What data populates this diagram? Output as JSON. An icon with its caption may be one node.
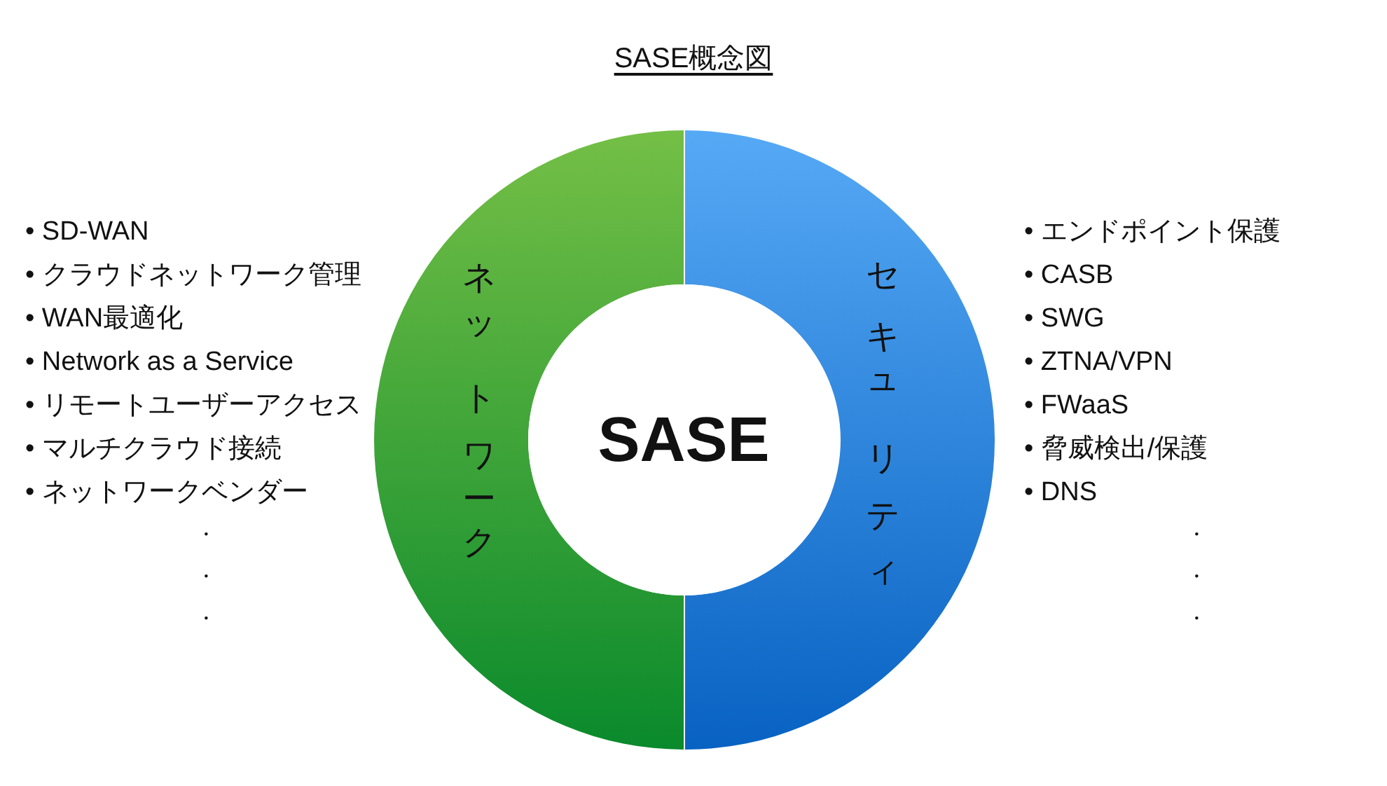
{
  "diagram": {
    "title": "SASE概念図",
    "nodes": [
      {
        "text": [
          "ネットワーク"
        ],
        "beside": [
          "• SD-WAN",
          "• クラウドネットワーク管理",
          "• WAN最適化",
          "• Network as a Service",
          "• リモートユーザーアクセス",
          "• マルチクラウド接続",
          "• ネットワークベンダー"
        ]
      },
      {
        "text": [
          "セキュリティ"
        ],
        "beside": [
          "• エンドポイント保護",
          "• CASB",
          "• SWG",
          "• ZTNA/VPN",
          "• FWaaS",
          "• 脅威検出/保護",
          "• DNS"
        ]
      },
      {
        "text": [
          "SASE"
        ]
      }
    ],
    "labels": [
      "・",
      "・",
      "・",
      "・",
      "・",
      "・"
    ]
  }
}
